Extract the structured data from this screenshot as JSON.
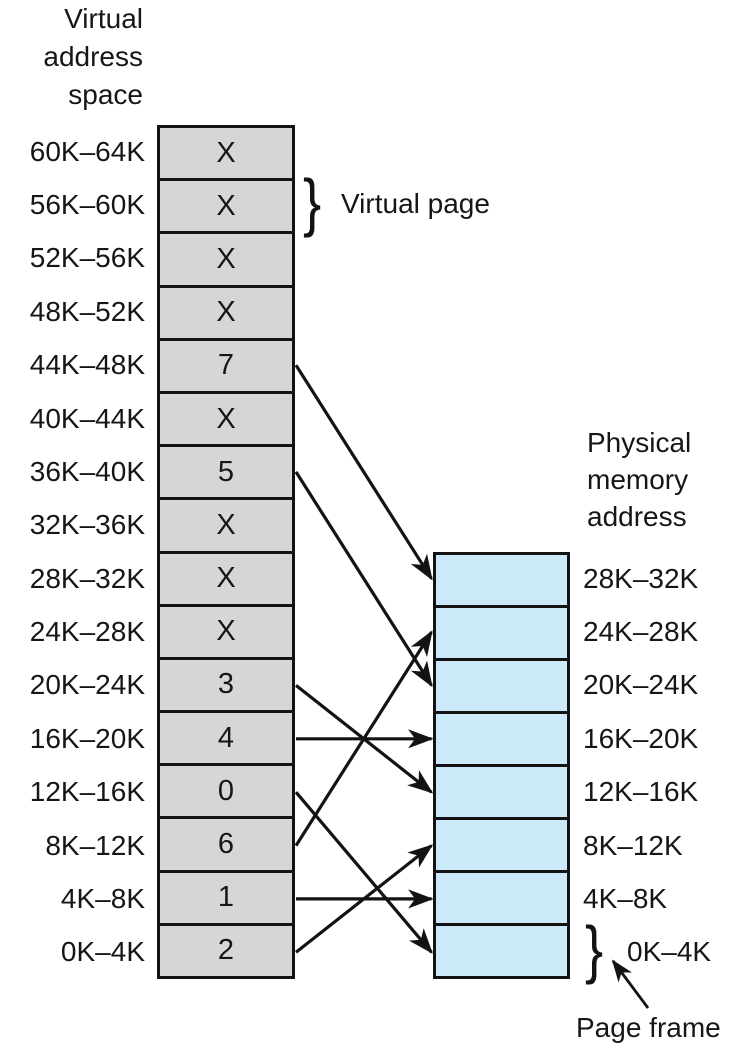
{
  "figure": {
    "virtual": {
      "title_lines": [
        "Virtual",
        "address",
        "space"
      ],
      "title": "Virtual address space",
      "rows": [
        {
          "range": "60K–64K",
          "entry": "X"
        },
        {
          "range": "56K–60K",
          "entry": "X"
        },
        {
          "range": "52K–56K",
          "entry": "X"
        },
        {
          "range": "48K–52K",
          "entry": "X"
        },
        {
          "range": "44K–48K",
          "entry": "7"
        },
        {
          "range": "40K–44K",
          "entry": "X"
        },
        {
          "range": "36K–40K",
          "entry": "5"
        },
        {
          "range": "32K–36K",
          "entry": "X"
        },
        {
          "range": "28K–32K",
          "entry": "X"
        },
        {
          "range": "24K–28K",
          "entry": "X"
        },
        {
          "range": "20K–24K",
          "entry": "3"
        },
        {
          "range": "16K–20K",
          "entry": "4"
        },
        {
          "range": "12K–16K",
          "entry": "0"
        },
        {
          "range": "8K–12K",
          "entry": "6"
        },
        {
          "range": "4K–8K",
          "entry": "1"
        },
        {
          "range": "0K–4K",
          "entry": "2"
        }
      ]
    },
    "physical": {
      "title_lines": [
        "Physical",
        "memory",
        "address"
      ],
      "title": "Physical memory address",
      "rows": [
        "28K–32K",
        "24K–28K",
        "20K–24K",
        "16K–20K",
        "12K–16K",
        "8K–12K",
        "4K–8K",
        "0K–4K"
      ]
    },
    "annotations": {
      "virtual_page": "Virtual page",
      "page_frame": "Page frame",
      "brace": "}"
    },
    "mappings": [
      {
        "page": "7",
        "virtual_range": "44K–48K",
        "physical_range": "28K–32K",
        "virtual_row": 4,
        "physical_row": 0
      },
      {
        "page": "5",
        "virtual_range": "36K–40K",
        "physical_range": "20K–24K",
        "virtual_row": 6,
        "physical_row": 2
      },
      {
        "page": "3",
        "virtual_range": "20K–24K",
        "physical_range": "12K–16K",
        "virtual_row": 10,
        "physical_row": 4
      },
      {
        "page": "4",
        "virtual_range": "16K–20K",
        "physical_range": "16K–20K",
        "virtual_row": 11,
        "physical_row": 3
      },
      {
        "page": "0",
        "virtual_range": "12K–16K",
        "physical_range": "0K–4K",
        "virtual_row": 12,
        "physical_row": 7
      },
      {
        "page": "6",
        "virtual_range": "8K–12K",
        "physical_range": "24K–28K",
        "virtual_row": 13,
        "physical_row": 1
      },
      {
        "page": "1",
        "virtual_range": "4K–8K",
        "physical_range": "4K–8K",
        "virtual_row": 14,
        "physical_row": 6
      },
      {
        "page": "2",
        "virtual_range": "0K–4K",
        "physical_range": "8K–12K",
        "virtual_row": 15,
        "physical_row": 5
      }
    ],
    "colors": {
      "virtual_cell": "#d6d6d6",
      "physical_cell": "#cbe9f9",
      "stroke": "#131313",
      "text": "#161616"
    }
  }
}
